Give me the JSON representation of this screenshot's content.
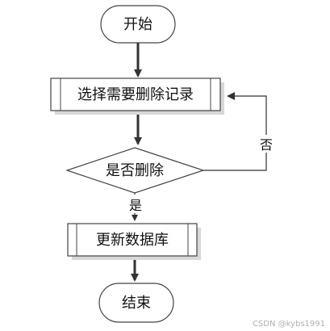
{
  "flowchart": {
    "start": "开始",
    "select_step": "选择需要删除记录",
    "decision": "是否删除",
    "update_step": "更新数据库",
    "end": "结束",
    "yes_label": "是",
    "no_label": "否"
  },
  "watermark": "CSDN @kybs1991"
}
